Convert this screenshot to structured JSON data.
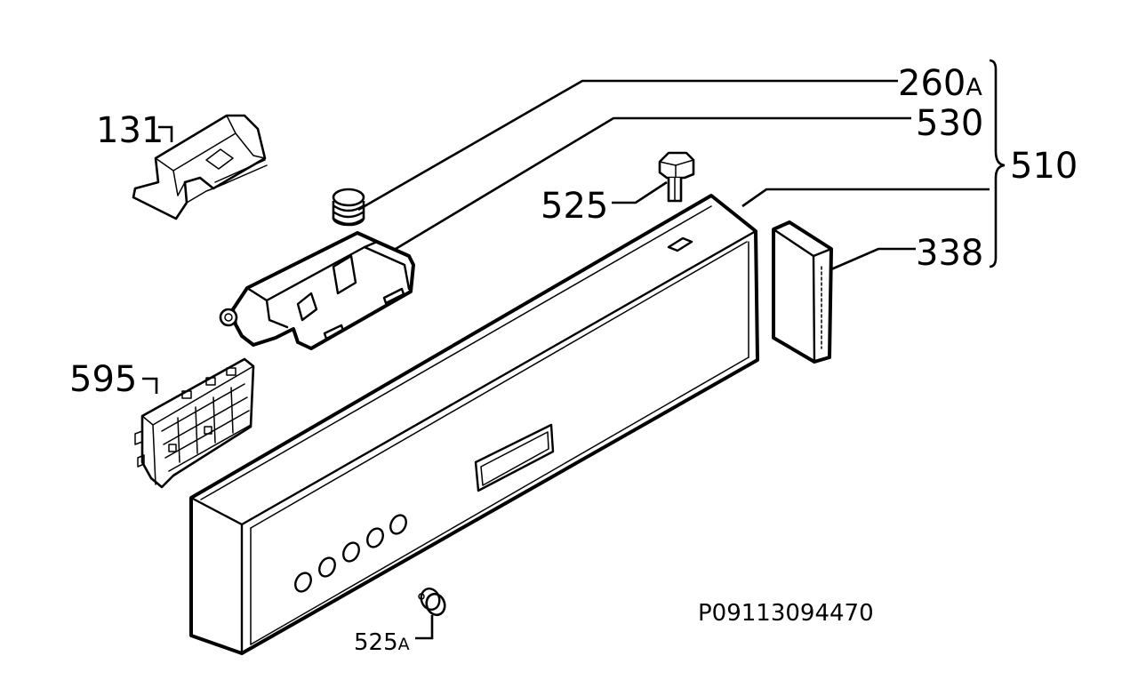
{
  "labels": {
    "p131": "131",
    "p260_num": "260",
    "p260_suffix": "A",
    "p530": "530",
    "p510": "510",
    "p525": "525",
    "p338": "338",
    "p595": "595",
    "p525a_num": "525",
    "p525a_suffix": "A"
  },
  "drawing_code": "P09113094470"
}
